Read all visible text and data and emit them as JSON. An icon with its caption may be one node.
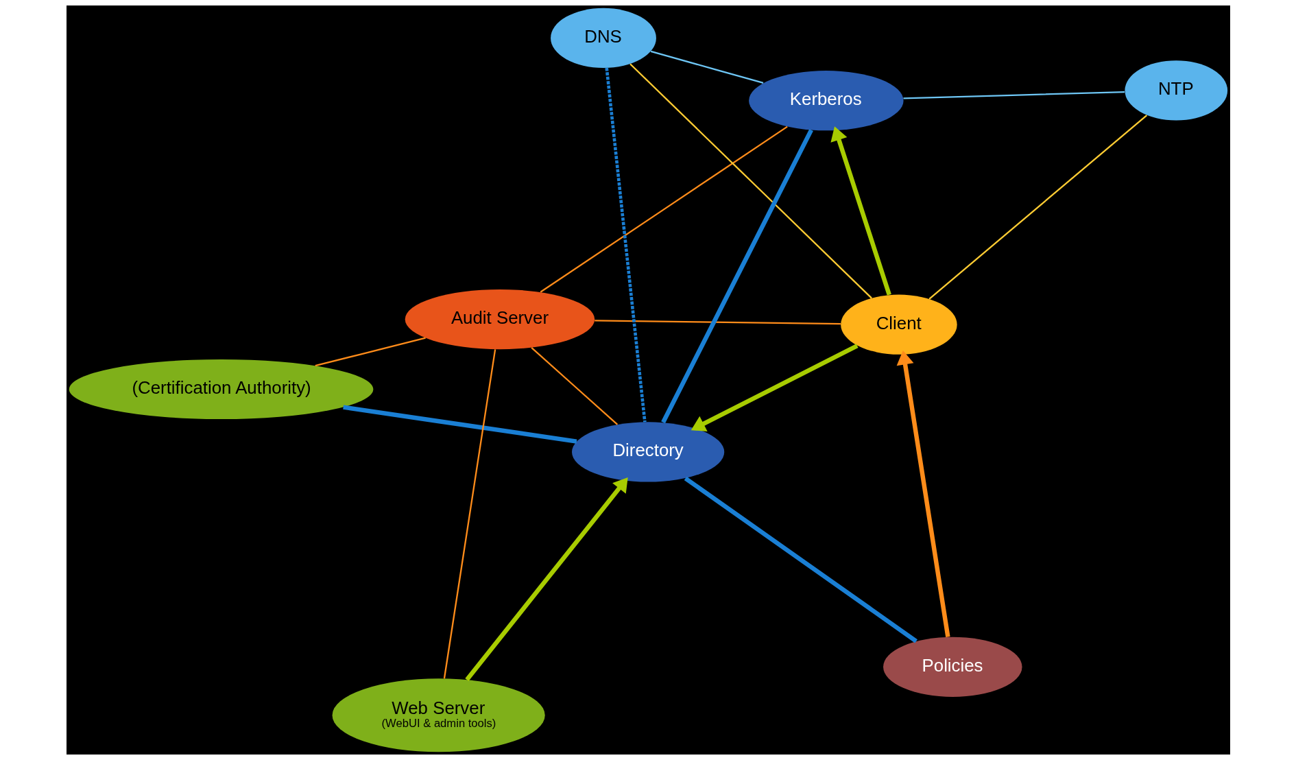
{
  "diagram": {
    "nodes": [
      {
        "text": [
          "Kerberos"
        ]
      },
      {
        "text": [
          "NTP"
        ]
      },
      {
        "text": [
          "Audit Server"
        ]
      },
      {
        "text": [
          "DNS"
        ]
      },
      {
        "text": [
          "Directory"
        ]
      },
      {
        "text": [
          "(Certification Authority)"
        ]
      },
      {
        "text": [
          "Web Server",
          "(WebUI & admin tools)"
        ]
      },
      {
        "text": [
          "Policies"
        ]
      },
      {
        "text": [
          "Client"
        ]
      }
    ],
    "edges": [
      {
        "from": 0,
        "to": 1,
        "arrow": "none",
        "color": "#6ec6f5"
      },
      {
        "from": 0,
        "to": 2,
        "arrow": "none",
        "color": "#ff8c1a"
      },
      {
        "from": 0,
        "to": 3,
        "arrow": "none",
        "color": "#6ec6f5"
      },
      {
        "from": 4,
        "to": 0,
        "arrow": "none",
        "style": "thick",
        "color": "#1a7fd4"
      },
      {
        "from": 8,
        "to": 0,
        "arrow": "to",
        "style": "thick",
        "color": "#a8cc00"
      },
      {
        "from": 3,
        "to": 4,
        "arrow": "none",
        "style": "dashed",
        "color": "#1a7fd4"
      },
      {
        "from": 4,
        "to": 5,
        "arrow": "none",
        "style": "thick",
        "color": "#1a7fd4"
      },
      {
        "from": 4,
        "to": 7,
        "arrow": "none",
        "style": "thick",
        "color": "#1a7fd4"
      },
      {
        "from": 6,
        "to": 4,
        "arrow": "to",
        "style": "thick",
        "color": "#a8cc00"
      },
      {
        "from": 6,
        "to": 2,
        "arrow": "none",
        "color": "#ff8c1a"
      },
      {
        "from": 4,
        "to": 2,
        "arrow": "none",
        "color": "#ff8c1a"
      },
      {
        "from": 1,
        "to": 8,
        "arrow": "none",
        "color": "#ffcc33"
      },
      {
        "from": 3,
        "to": 8,
        "arrow": "none",
        "color": "#ffcc33"
      },
      {
        "from": 2,
        "to": 8,
        "arrow": "none",
        "color": "#ff8c1a"
      },
      {
        "from": 2,
        "to": 5,
        "arrow": "none",
        "color": "#ff8c1a"
      },
      {
        "from": 8,
        "to": 4,
        "arrow": "to",
        "style": "thick",
        "color": "#a8cc00"
      },
      {
        "from": 7,
        "to": 8,
        "arrow": "to",
        "style": "thick",
        "color": "#ff8c1a"
      }
    ]
  }
}
